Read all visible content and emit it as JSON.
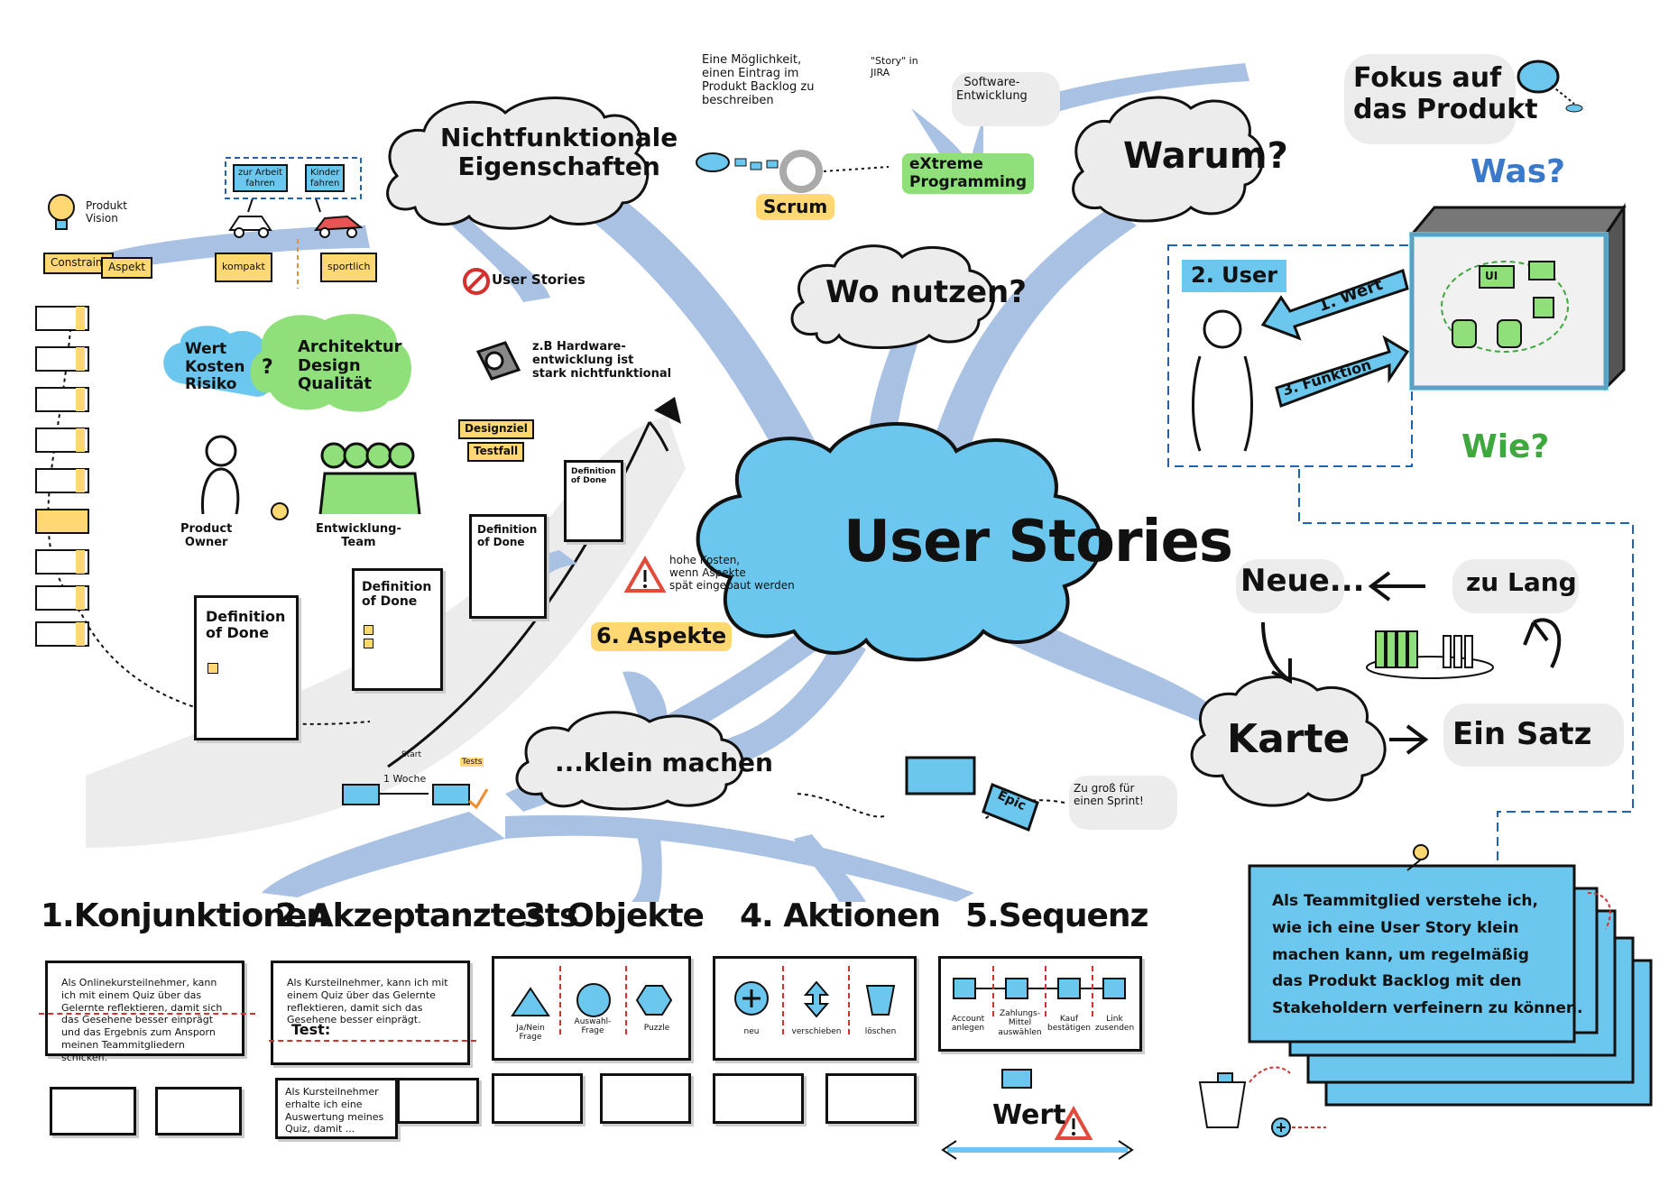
{
  "center": {
    "title": "User Stories"
  },
  "clouds": {
    "nichtfunktional": "Nichtfunktionale\nEigenschaften",
    "warum": "Warum?",
    "wo_nutzen": "Wo nutzen?",
    "klein_machen": "...klein machen",
    "karte": "Karte"
  },
  "top_left": {
    "produkt_vision": "Produkt\nVision",
    "constraint": "Constraint",
    "aspekt": "Aspekt",
    "zur_arbeit": "zur Arbeit\nfahren",
    "kinder": "Kinder\nfahren",
    "kompakt": "kompakt",
    "sportlich": "sportlich"
  },
  "middle_left": {
    "wert_kosten": "Wert\nKosten\nRisiko",
    "question": "?",
    "architektur": "Architektur\nDesign\nQualität",
    "product_owner": "Product\nOwner",
    "entwicklung": "Entwicklung-\nTeam",
    "dod": "Definition\nof Done",
    "no_user_stories": "User Stories",
    "hardware": "z.B Hardware-\nentwicklung ist\nstark nichtfunktional",
    "designziel": "Designziel",
    "testfall": "Testfall",
    "hohe_kosten": "hohe Kosten,\nwenn Aspekte\nspät eingebaut werden",
    "sechs_aspekte": "6. Aspekte"
  },
  "top_middle": {
    "moeglichkeit": "Eine Möglichkeit,\neinen Eintrag im\nProdukt Backlog zu\nbeschreiben",
    "story_jira": "\"Story\" in\nJIRA",
    "software": "Software-\nEntwicklung",
    "scrum": "Scrum",
    "xp": "eXtreme\nProgramming"
  },
  "right": {
    "fokus": "Fokus auf\ndas Produkt",
    "was": "Was?",
    "wie": "Wie?",
    "user": "2. User",
    "wert": "1. Wert",
    "funktion": "3. Funktion",
    "ui": "UI",
    "neue": "Neue...",
    "zu_lang": "zu Lang",
    "ein_satz": "Ein Satz",
    "zu_gross": "Zu groß für\neinen Sprint!",
    "epic": "Epic",
    "start": "Start",
    "woche": "1 Woche",
    "tests": "Tests",
    "story_text": "Als Teammitglied verstehe ich,\nwie ich eine User Story klein\nmachen kann, um regelmäßig\ndas Produkt Backlog mit den\nStakeholdern verfeinern zu können."
  },
  "sections": [
    {
      "title": "1.Konjunktionen"
    },
    {
      "title": "2.Akzeptanztests"
    },
    {
      "title": "3. Objekte"
    },
    {
      "title": "4. Aktionen"
    },
    {
      "title": "5.Sequenz"
    }
  ],
  "konj": {
    "text": "Als Onlinekursteilnehmer, kann ich mit einem Quiz über das Gelernte reflektieren, damit sich das Gesehene besser einprägt und das Ergebnis zum Ansporn meinen Teammitgliedern schicken."
  },
  "akz": {
    "text": "Als Kursteilnehmer, kann ich mit einem Quiz über das Gelernte reflektieren, damit sich das Gesehene besser einprägt.",
    "test": "Test:",
    "text2": "Als Kursteilnehmer erhalte ich eine Auswertung meines Quiz, damit ..."
  },
  "objekte": [
    "Ja/Nein\nFrage",
    "Auswahl-\nFrage",
    "Puzzle"
  ],
  "aktionen": [
    "neu",
    "verschieben",
    "löschen"
  ],
  "sequenz": {
    "steps": [
      "Account\nanlegen",
      "Zahlungs-\nMittel\nauswählen",
      "Kauf\nbestätigen",
      "Link\nzusenden"
    ],
    "wert": "Wert"
  },
  "colors": {
    "blue": "#6cc7ee",
    "yellow": "#ffd773",
    "green": "#8fe07a",
    "ribbon": "#a9c1e3"
  }
}
